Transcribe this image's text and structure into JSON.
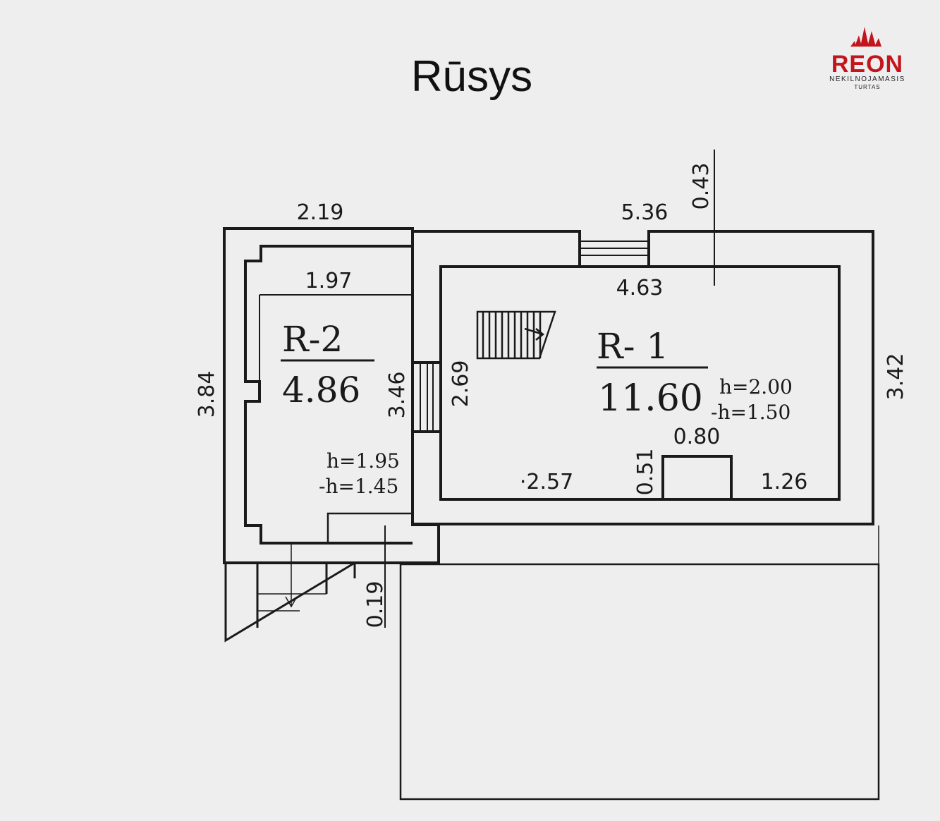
{
  "header": {
    "title": "Rūsys"
  },
  "logo": {
    "brand": "REON",
    "tagline_line1": "NEKILNOJAMASIS",
    "tagline_line2": "TURTAS",
    "brand_color": "#c3161c"
  },
  "dimensions": {
    "top_left_width": "2.19",
    "top_right_width": "5.36",
    "top_offset": "0.43",
    "r2_inner_width": "1.97",
    "r1_inner_width": "4.63",
    "left_height": "3.84",
    "r2_inner_height": "3.46",
    "r1_inner_height": "2.69",
    "right_height": "3.42",
    "niche_width": "0.80",
    "niche_depth": "0.51",
    "bottom_left": "·2.57",
    "bottom_right": "1.26",
    "stair_offset": "0.19"
  },
  "rooms": {
    "r2": {
      "label": "R-2",
      "area": "4.86",
      "h": "h=1.95",
      "minus_h": "-h=1.45"
    },
    "r1": {
      "label": "R- 1",
      "area": "11.60",
      "h": "h=2.00",
      "minus_h": "-h=1.50"
    }
  },
  "colors": {
    "line": "#1a1a1a",
    "background": "#eeeeef"
  }
}
